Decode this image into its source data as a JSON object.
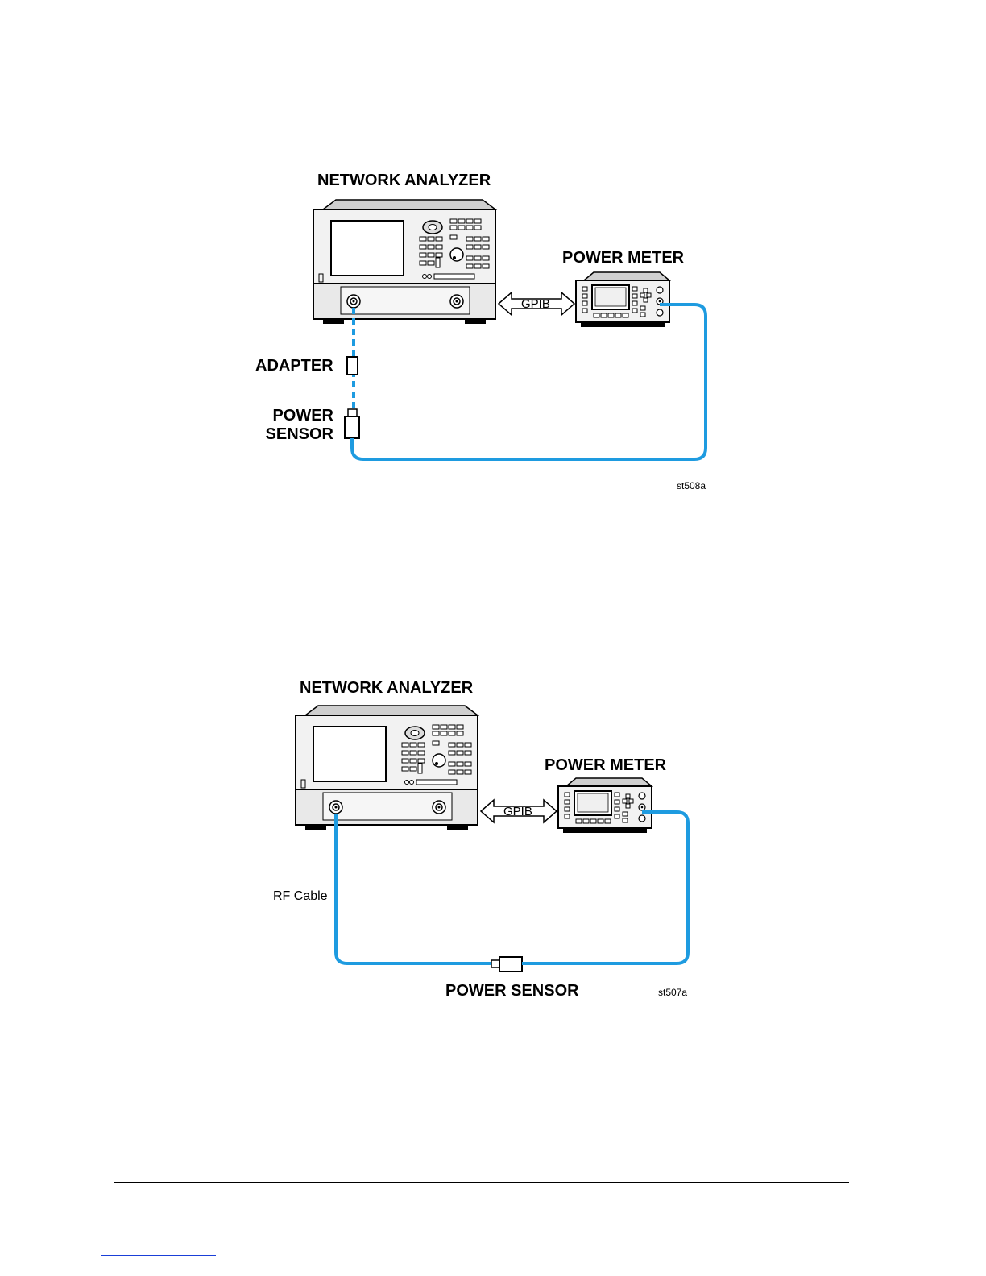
{
  "figure_1": {
    "network_analyzer_label": "NETWORK ANALYZER",
    "power_meter_label": "POWER METER",
    "gpib_label": "GPIB",
    "adapter_label": "ADAPTER",
    "power_sensor_label_line1": "POWER",
    "power_sensor_label_line2": "SENSOR",
    "figure_tag": "st508a"
  },
  "figure_2": {
    "network_analyzer_label": "NETWORK ANALYZER",
    "power_meter_label": "POWER METER",
    "gpib_label": "GPIB",
    "rf_cable_label": "RF Cable",
    "power_sensor_label": "POWER SENSOR",
    "figure_tag": "st507a"
  },
  "colors": {
    "cable": "#1e9be0",
    "outline": "#000000",
    "panel": "#e6e6e6"
  },
  "icons": [
    "network-analyzer-icon",
    "power-meter-icon",
    "gpib-arrow-icon",
    "adapter-icon",
    "power-sensor-icon"
  ]
}
